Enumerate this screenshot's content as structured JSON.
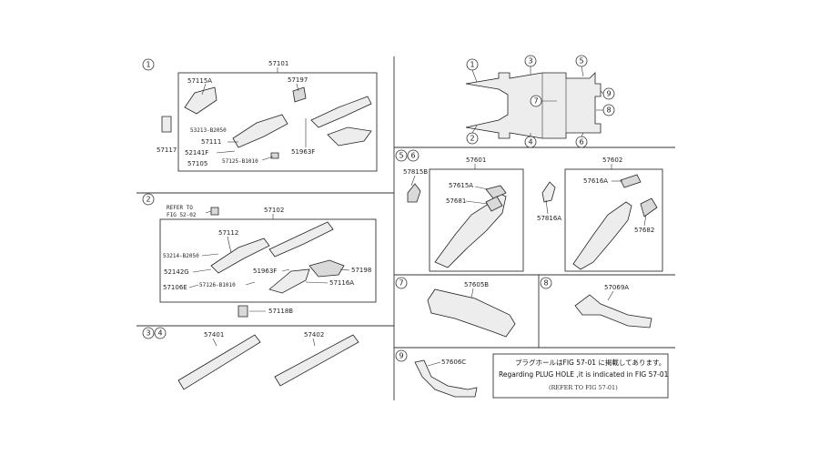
{
  "sections": {
    "s1": "1",
    "s2": "2",
    "s3": "3",
    "s4": "4",
    "s5": "5",
    "s6": "6",
    "s7": "7",
    "s8": "8",
    "s9": "9"
  },
  "parts": {
    "p57101": "57101",
    "p57115A": "57115A",
    "p57197": "57197",
    "p57117": "57117",
    "p53213": "53213-B2050",
    "p57111": "57111",
    "p52141F": "52141F",
    "p57105": "57105",
    "p57125": "57125-B1010",
    "p51963F_a": "51963F",
    "p57102": "57102",
    "p57112": "57112",
    "p53214": "53214-B2050",
    "p52142G": "52142G",
    "p57106E": "57106E",
    "p57126": "57126-B1010",
    "p51963F_b": "51963F",
    "p57198": "57198",
    "p57116A": "57116A",
    "p57118B": "57118B",
    "p57401": "57401",
    "p57402": "57402",
    "p57815B": "57815B",
    "p57601": "57601",
    "p57615A": "57615A",
    "p57681": "57681",
    "p57816A": "57816A",
    "p57602": "57602",
    "p57616A": "57616A",
    "p57682": "57682",
    "p57605B": "57605B",
    "p57069A": "57069A",
    "p57606C": "57606C"
  },
  "refer_note": {
    "line1": "REFER TO",
    "line2": "FIG 52-02"
  },
  "key_map": {
    "n1": "1",
    "n2": "2",
    "n3": "3",
    "n4": "4",
    "n5": "5",
    "n6": "6",
    "n7": "7",
    "n8": "8",
    "n9": "9"
  },
  "plug_note": {
    "jp": "プラグホールはFIG 57-01 に掲載してあります。",
    "en": "Regarding PLUG HOLE ,it is indicated in FIG 57-01",
    "ref": "(REFER TO FIG 57-01)"
  },
  "colors": {
    "line": "#333333",
    "part_fill": "#ededed",
    "background": "#ffffff"
  }
}
